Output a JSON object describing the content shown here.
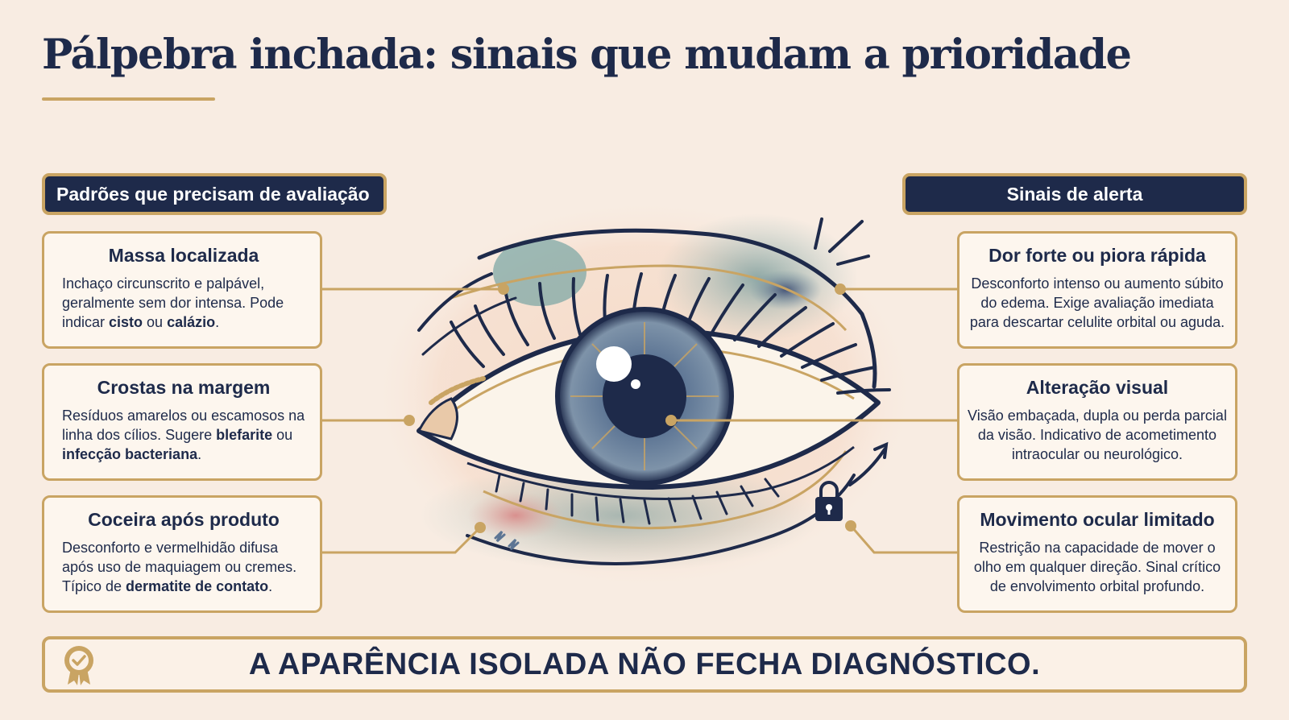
{
  "title": "Pálpebra inchada: sinais que mudam a prioridade",
  "left_header": "Padrões que precisam de avaliação",
  "right_header": "Sinais de alerta",
  "left_cards": [
    {
      "title": "Massa localizada",
      "text_parts": [
        "Inchaço circunscrito e palpável, geralmente sem dor intensa. Pode indicar ",
        "cisto",
        " ou ",
        "calázio",
        "."
      ]
    },
    {
      "title": "Crostas na margem",
      "text_parts": [
        "Resíduos amarelos ou escamosos na linha dos cílios. Sugere ",
        "blefarite",
        " ou ",
        "infecção bacteriana",
        "."
      ]
    },
    {
      "title": "Coceira após produto",
      "text_parts": [
        "Desconforto e vermelhidão difusa após uso de maquiagem ou cremes. Típico de ",
        "dermatite de contato",
        "."
      ]
    }
  ],
  "right_cards": [
    {
      "title": "Dor forte ou piora rápida",
      "text": "Desconforto intenso ou aumento súbito do edema. Exige avaliação imediata para descartar celulite orbital ou aguda."
    },
    {
      "title": "Alteração visual",
      "text": "Visão embaçada, dupla ou perda parcial da visão. Indicativo de acometimento intraocular ou neurológico."
    },
    {
      "title": "Movimento ocular limitado",
      "text": "Restrição na capacidade de mover o olho em qualquer direção. Sinal crítico de envolvimento orbital profundo."
    }
  ],
  "footer": "A APARÊNCIA ISOLADA NÃO FECHA DIAGNÓSTICO.",
  "icons": [
    "lock-icon",
    "arrow-up-right-icon",
    "badge-check-icon",
    "zigzag-itch-icon",
    "pain-rays-icon"
  ],
  "colors": {
    "navy": "#1e2a4a",
    "gold": "#c9a463",
    "background": "#f8ece2",
    "card_background": "#fdf6ee",
    "teal_swelling": "#7fa8a6",
    "redness": "#d98c8c"
  }
}
